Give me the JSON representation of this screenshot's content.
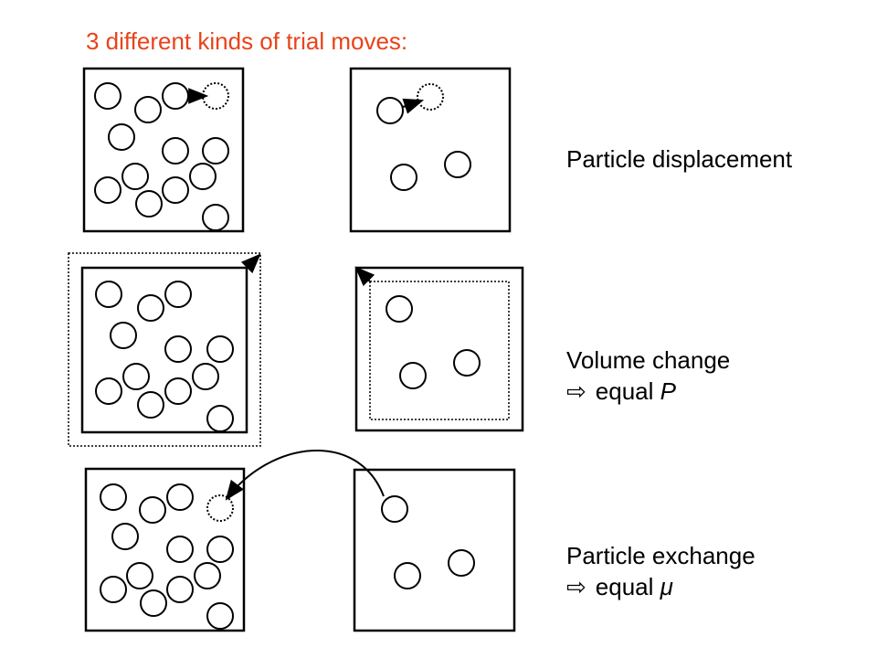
{
  "title": "3 different kinds of trial moves:",
  "colors": {
    "title": "#e8431a",
    "ink": "#000000"
  },
  "rows": [
    {
      "id": "displacement",
      "label": "Particle displacement",
      "note_symbol": "",
      "note_text": "",
      "note_var": ""
    },
    {
      "id": "volume",
      "label": "Volume change",
      "note_symbol": "⇨",
      "note_text": "equal ",
      "note_var": "P"
    },
    {
      "id": "exchange",
      "label": "Particle exchange",
      "note_symbol": "⇨",
      "note_text": "equal ",
      "note_var": "μ"
    }
  ]
}
